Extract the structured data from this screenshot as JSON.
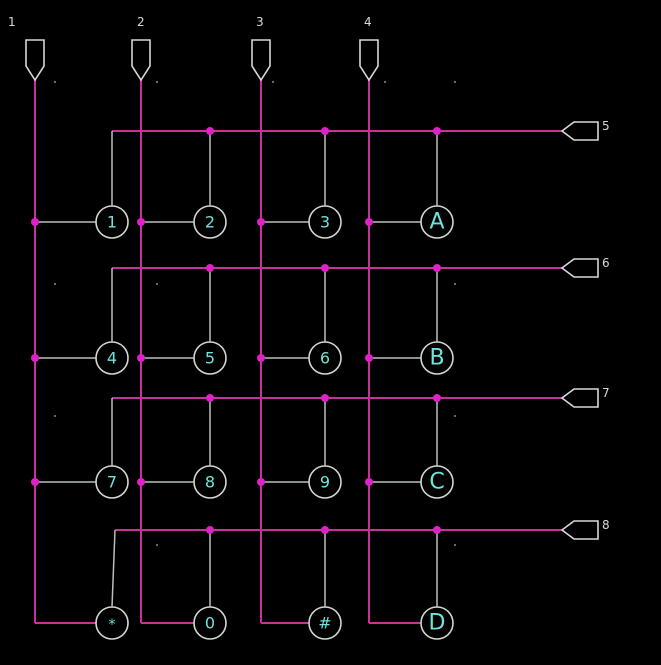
{
  "colors": {
    "background": "#000000",
    "wire": "#c8309a",
    "junction": "#e020c8",
    "key_text": "#6ee4dc",
    "key_outline": "#d0d8d0"
  },
  "column_pins": [
    {
      "label": "1"
    },
    {
      "label": "2"
    },
    {
      "label": "3"
    },
    {
      "label": "4"
    }
  ],
  "row_pins": [
    {
      "label": "5"
    },
    {
      "label": "6"
    },
    {
      "label": "7"
    },
    {
      "label": "8"
    }
  ],
  "keys": [
    [
      "1",
      "2",
      "3",
      "A"
    ],
    [
      "4",
      "5",
      "6",
      "B"
    ],
    [
      "7",
      "8",
      "9",
      "C"
    ],
    [
      "*",
      "0",
      "#",
      "D"
    ]
  ]
}
